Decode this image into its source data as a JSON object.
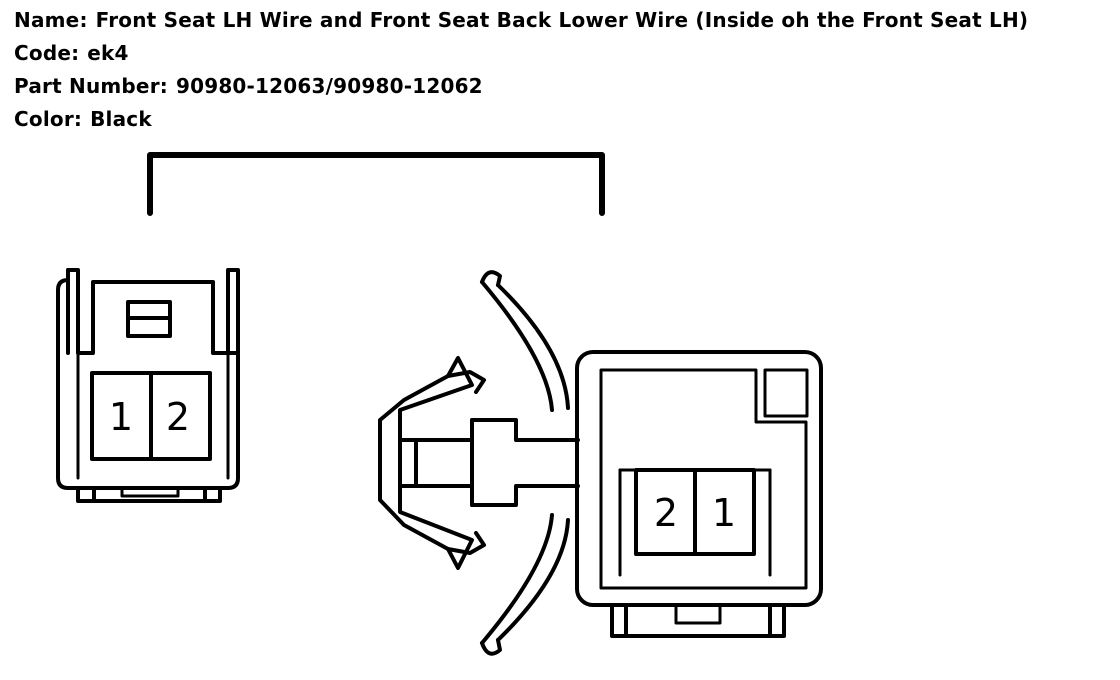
{
  "header": {
    "name_label": "Name:",
    "name_value": "Front Seat LH Wire and Front Seat Back Lower Wire (Inside oh the Front Seat LH)",
    "code_label": "Code:",
    "code_value": "ek4",
    "part_label": "Part Number:",
    "part_value": "90980-12063/90980-12062",
    "color_label": "Color:",
    "color_value": "Black"
  },
  "connector_left": {
    "pins": [
      "1",
      "2"
    ]
  },
  "connector_right": {
    "pins": [
      "2",
      "1"
    ]
  }
}
